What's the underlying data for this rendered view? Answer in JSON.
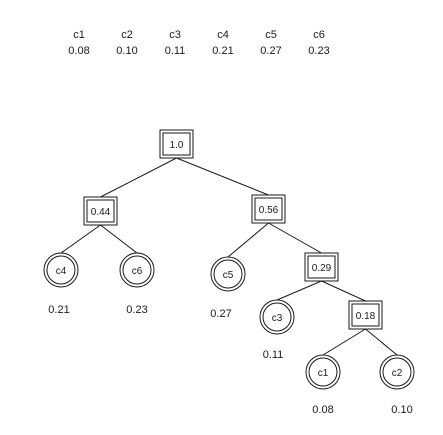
{
  "header": {
    "symbols": [
      "c1",
      "c2",
      "c3",
      "c4",
      "c5",
      "c6"
    ],
    "probabilities": [
      "0.08",
      "0.10",
      "0.11",
      "0.21",
      "0.27",
      "0.23"
    ]
  },
  "tree": {
    "internal_nodes": [
      {
        "id": "n10",
        "label": "1.0"
      },
      {
        "id": "n044",
        "label": "0.44"
      },
      {
        "id": "n056",
        "label": "0.56"
      },
      {
        "id": "n029",
        "label": "0.29"
      },
      {
        "id": "n018",
        "label": "0.18"
      }
    ],
    "leaves": [
      {
        "id": "c4",
        "label": "c4",
        "prob": "0.21"
      },
      {
        "id": "c6",
        "label": "c6",
        "prob": "0.23"
      },
      {
        "id": "c5",
        "label": "c5",
        "prob": "0.27"
      },
      {
        "id": "c3",
        "label": "c3",
        "prob": "0.11"
      },
      {
        "id": "c1",
        "label": "c1",
        "prob": "0.08"
      },
      {
        "id": "c2",
        "label": "c2",
        "prob": "0.10"
      }
    ],
    "edges": [
      [
        "n10",
        "n044"
      ],
      [
        "n10",
        "n056"
      ],
      [
        "n044",
        "c4"
      ],
      [
        "n044",
        "c6"
      ],
      [
        "n056",
        "c5"
      ],
      [
        "n056",
        "n029"
      ],
      [
        "n029",
        "c3"
      ],
      [
        "n029",
        "n018"
      ],
      [
        "n018",
        "c1"
      ],
      [
        "n018",
        "c2"
      ]
    ]
  },
  "colors": {
    "stroke": "#1a1a1a",
    "background": "#ffffff"
  }
}
